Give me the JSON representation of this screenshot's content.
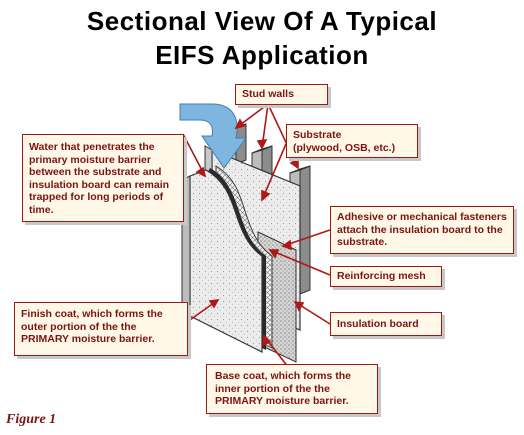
{
  "title": {
    "line1": "Sectional View Of A Typical",
    "line2": "EIFS Application"
  },
  "callouts": {
    "stud_walls": "Stud walls",
    "substrate": "Substrate\n(plywood, OSB, etc.)",
    "water": "Water that penetrates the primary moisture barrier between the substrate and insulation board can remain trapped for long periods of time.",
    "adhesive": "Adhesive or mechanical fasteners attach the insulation board to the substrate.",
    "mesh": "Reinforcing mesh",
    "insulation": "Insulation board",
    "finish": "Finish coat, which forms the outer portion of the the PRIMARY moisture barrier.",
    "base": "Base coat, which forms the inner portion of the the PRIMARY moisture barrier."
  },
  "figure_label": "Figure 1",
  "colors": {
    "callout_border": "#9a1a12",
    "callout_text": "#7a1510",
    "callout_bg": "#fff7e8",
    "arrow_blue": "#7fb6e0",
    "leader_red": "#b01818"
  }
}
